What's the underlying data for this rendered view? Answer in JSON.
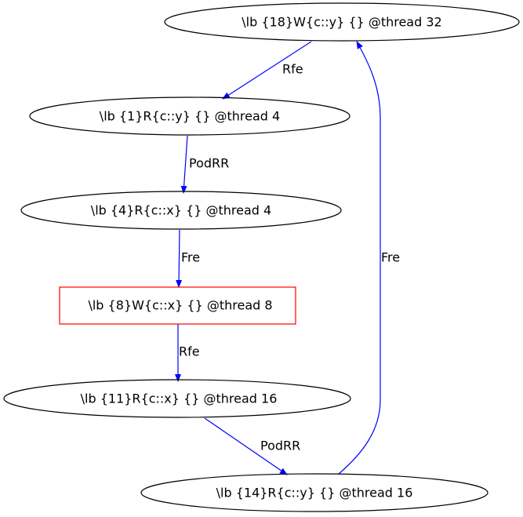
{
  "graph": {
    "colors": {
      "edge": "#0000ff",
      "node_border": "#000000",
      "highlight_border": "#ff0000",
      "background": "#ffffff"
    },
    "nodes": [
      {
        "id": "n18",
        "label": "\\lb {18}W{c::y} {} @thread 32",
        "shape": "ellipse"
      },
      {
        "id": "n1",
        "label": "\\lb {1}R{c::y} {} @thread 4",
        "shape": "ellipse"
      },
      {
        "id": "n4",
        "label": "\\lb {4}R{c::x} {} @thread 4",
        "shape": "ellipse"
      },
      {
        "id": "n8",
        "label": "\\lb {8}W{c::x} {} @thread 8",
        "shape": "box",
        "highlighted": true
      },
      {
        "id": "n11",
        "label": "\\lb {11}R{c::x} {} @thread 16",
        "shape": "ellipse"
      },
      {
        "id": "n14",
        "label": "\\lb {14}R{c::y} {} @thread 16",
        "shape": "ellipse"
      }
    ],
    "edges": [
      {
        "from": "n18",
        "to": "n1",
        "label": "Rfe"
      },
      {
        "from": "n1",
        "to": "n4",
        "label": "PodRR"
      },
      {
        "from": "n4",
        "to": "n8",
        "label": "Fre"
      },
      {
        "from": "n8",
        "to": "n11",
        "label": "Rfe"
      },
      {
        "from": "n11",
        "to": "n14",
        "label": "PodRR"
      },
      {
        "from": "n14",
        "to": "n18",
        "label": "Fre"
      }
    ]
  }
}
